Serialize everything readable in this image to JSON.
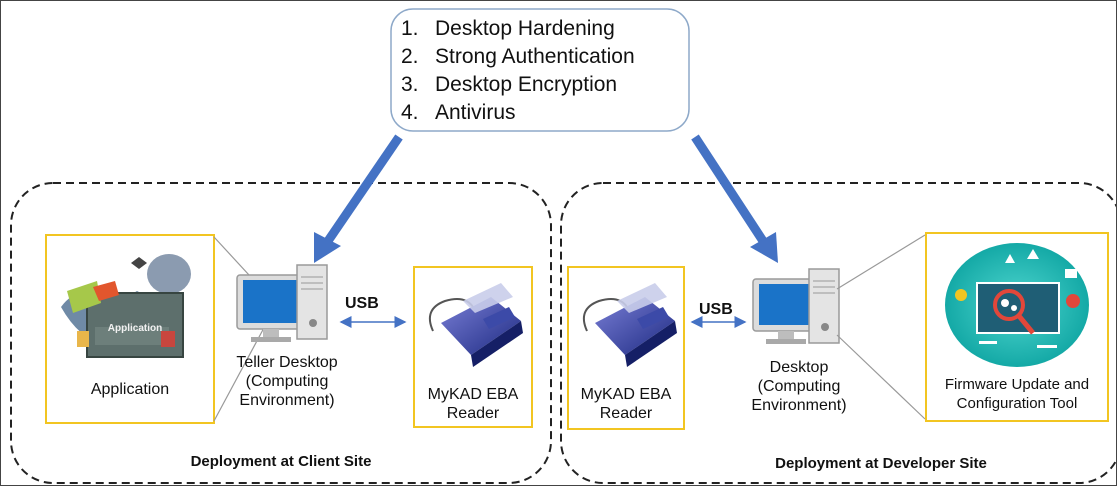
{
  "requirements": {
    "items": [
      {
        "num": "1.",
        "text": "Desktop Hardening"
      },
      {
        "num": "2.",
        "text": "Strong Authentication"
      },
      {
        "num": "3.",
        "text": "Desktop Encryption"
      },
      {
        "num": "4.",
        "text": "Antivirus"
      }
    ]
  },
  "client_site": {
    "title": "Deployment at Client Site",
    "application_label": "Application",
    "application_screen_text": "Application",
    "desktop_label": [
      "Teller Desktop",
      "(Computing",
      "Environment)"
    ],
    "usb_label": "USB",
    "reader_label": [
      "MyKAD EBA",
      "Reader"
    ]
  },
  "developer_site": {
    "title": "Deployment at Developer Site",
    "reader_label": [
      "MyKAD EBA",
      "Reader"
    ],
    "usb_label": "USB",
    "desktop_label": [
      "Desktop",
      "(Computing",
      "Environment)"
    ],
    "tool_label": [
      "Firmware Update and",
      "Configuration Tool"
    ]
  },
  "colors": {
    "arrow_blue": "#4472c4",
    "frame_yellow": "#f2c521",
    "monitor_blue": "#1a73c8",
    "dashed_border": "#222222"
  }
}
